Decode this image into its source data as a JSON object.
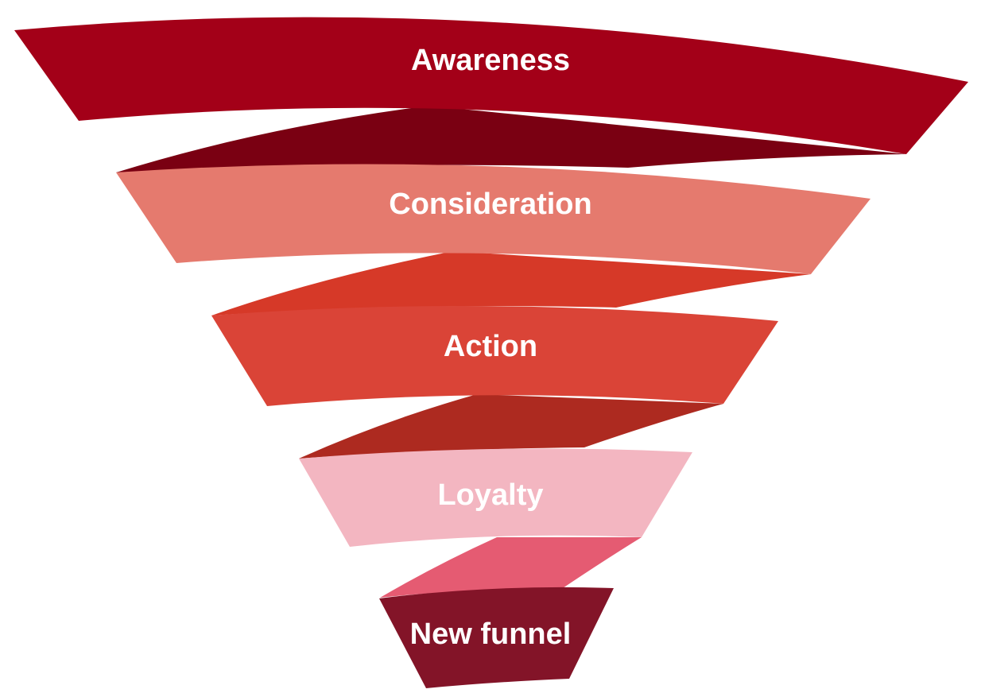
{
  "diagram": {
    "type": "funnel",
    "stages": [
      {
        "label": "Awareness",
        "color": "#a30018",
        "fold_color": "#7a0012"
      },
      {
        "label": "Consideration",
        "color": "#e57a6e",
        "fold_color": "#d63928"
      },
      {
        "label": "Action",
        "color": "#da4437",
        "fold_color": "#ad2a20"
      },
      {
        "label": "Loyalty",
        "color": "#f3b6c1",
        "fold_color": "#e55b72"
      },
      {
        "label": "New funnel",
        "color": "#831428"
      }
    ]
  }
}
